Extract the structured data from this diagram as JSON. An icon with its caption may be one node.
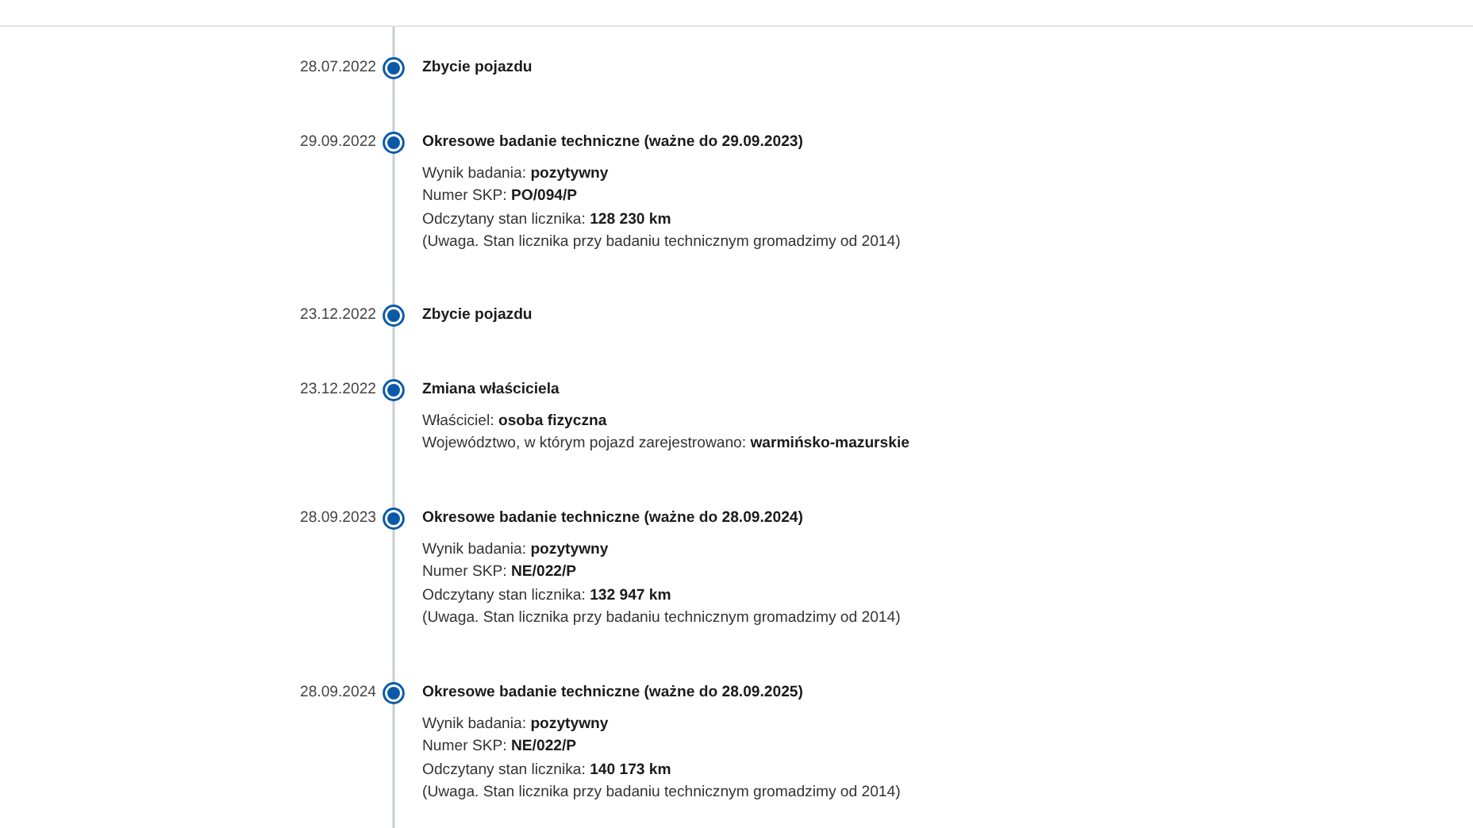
{
  "diagram": {
    "labels": [
      "28.07.2022",
      "Zbycie pojazdu",
      "29.09.2022",
      "Okresowe badanie techniczne (ważne do 29.09.2023)",
      "Wynik badania: **pozytywny**",
      "Numer SKP: **PO/094/P**",
      "Odczytany stan licznika: **128 230 km**",
      "(Uwaga. Stan licznika przy badaniu technicznym gromadzimy od 2014)",
      "23.12.2022",
      "Zbycie pojazdu",
      "23.12.2022",
      "Zmiana właściciela",
      "Właściciel: **osoba fizyczna**",
      "Województwo, w którym pojazd zarejestrowano: **warmińsko-mazurskie**",
      "28.09.2023",
      "Okresowe badanie techniczne (ważne do 28.09.2024)",
      "Wynik badania: **pozytywny**",
      "Numer SKP: **NE/022/P**",
      "Odczytany stan licznika: **132 947 km**",
      "(Uwaga. Stan licznika przy badaniu technicznym gromadzimy od 2014)",
      "28.09.2024",
      "Okresowe badanie techniczne (ważne do 28.09.2025)",
      "Wynik badania: **pozytywny**",
      "Numer SKP: **NE/022/P**",
      "Odczytany stan licznika: **140 173 km**",
      "(Uwaga. Stan licznika przy badaniu technicznym gromadzimy od 2014)"
    ]
  }
}
